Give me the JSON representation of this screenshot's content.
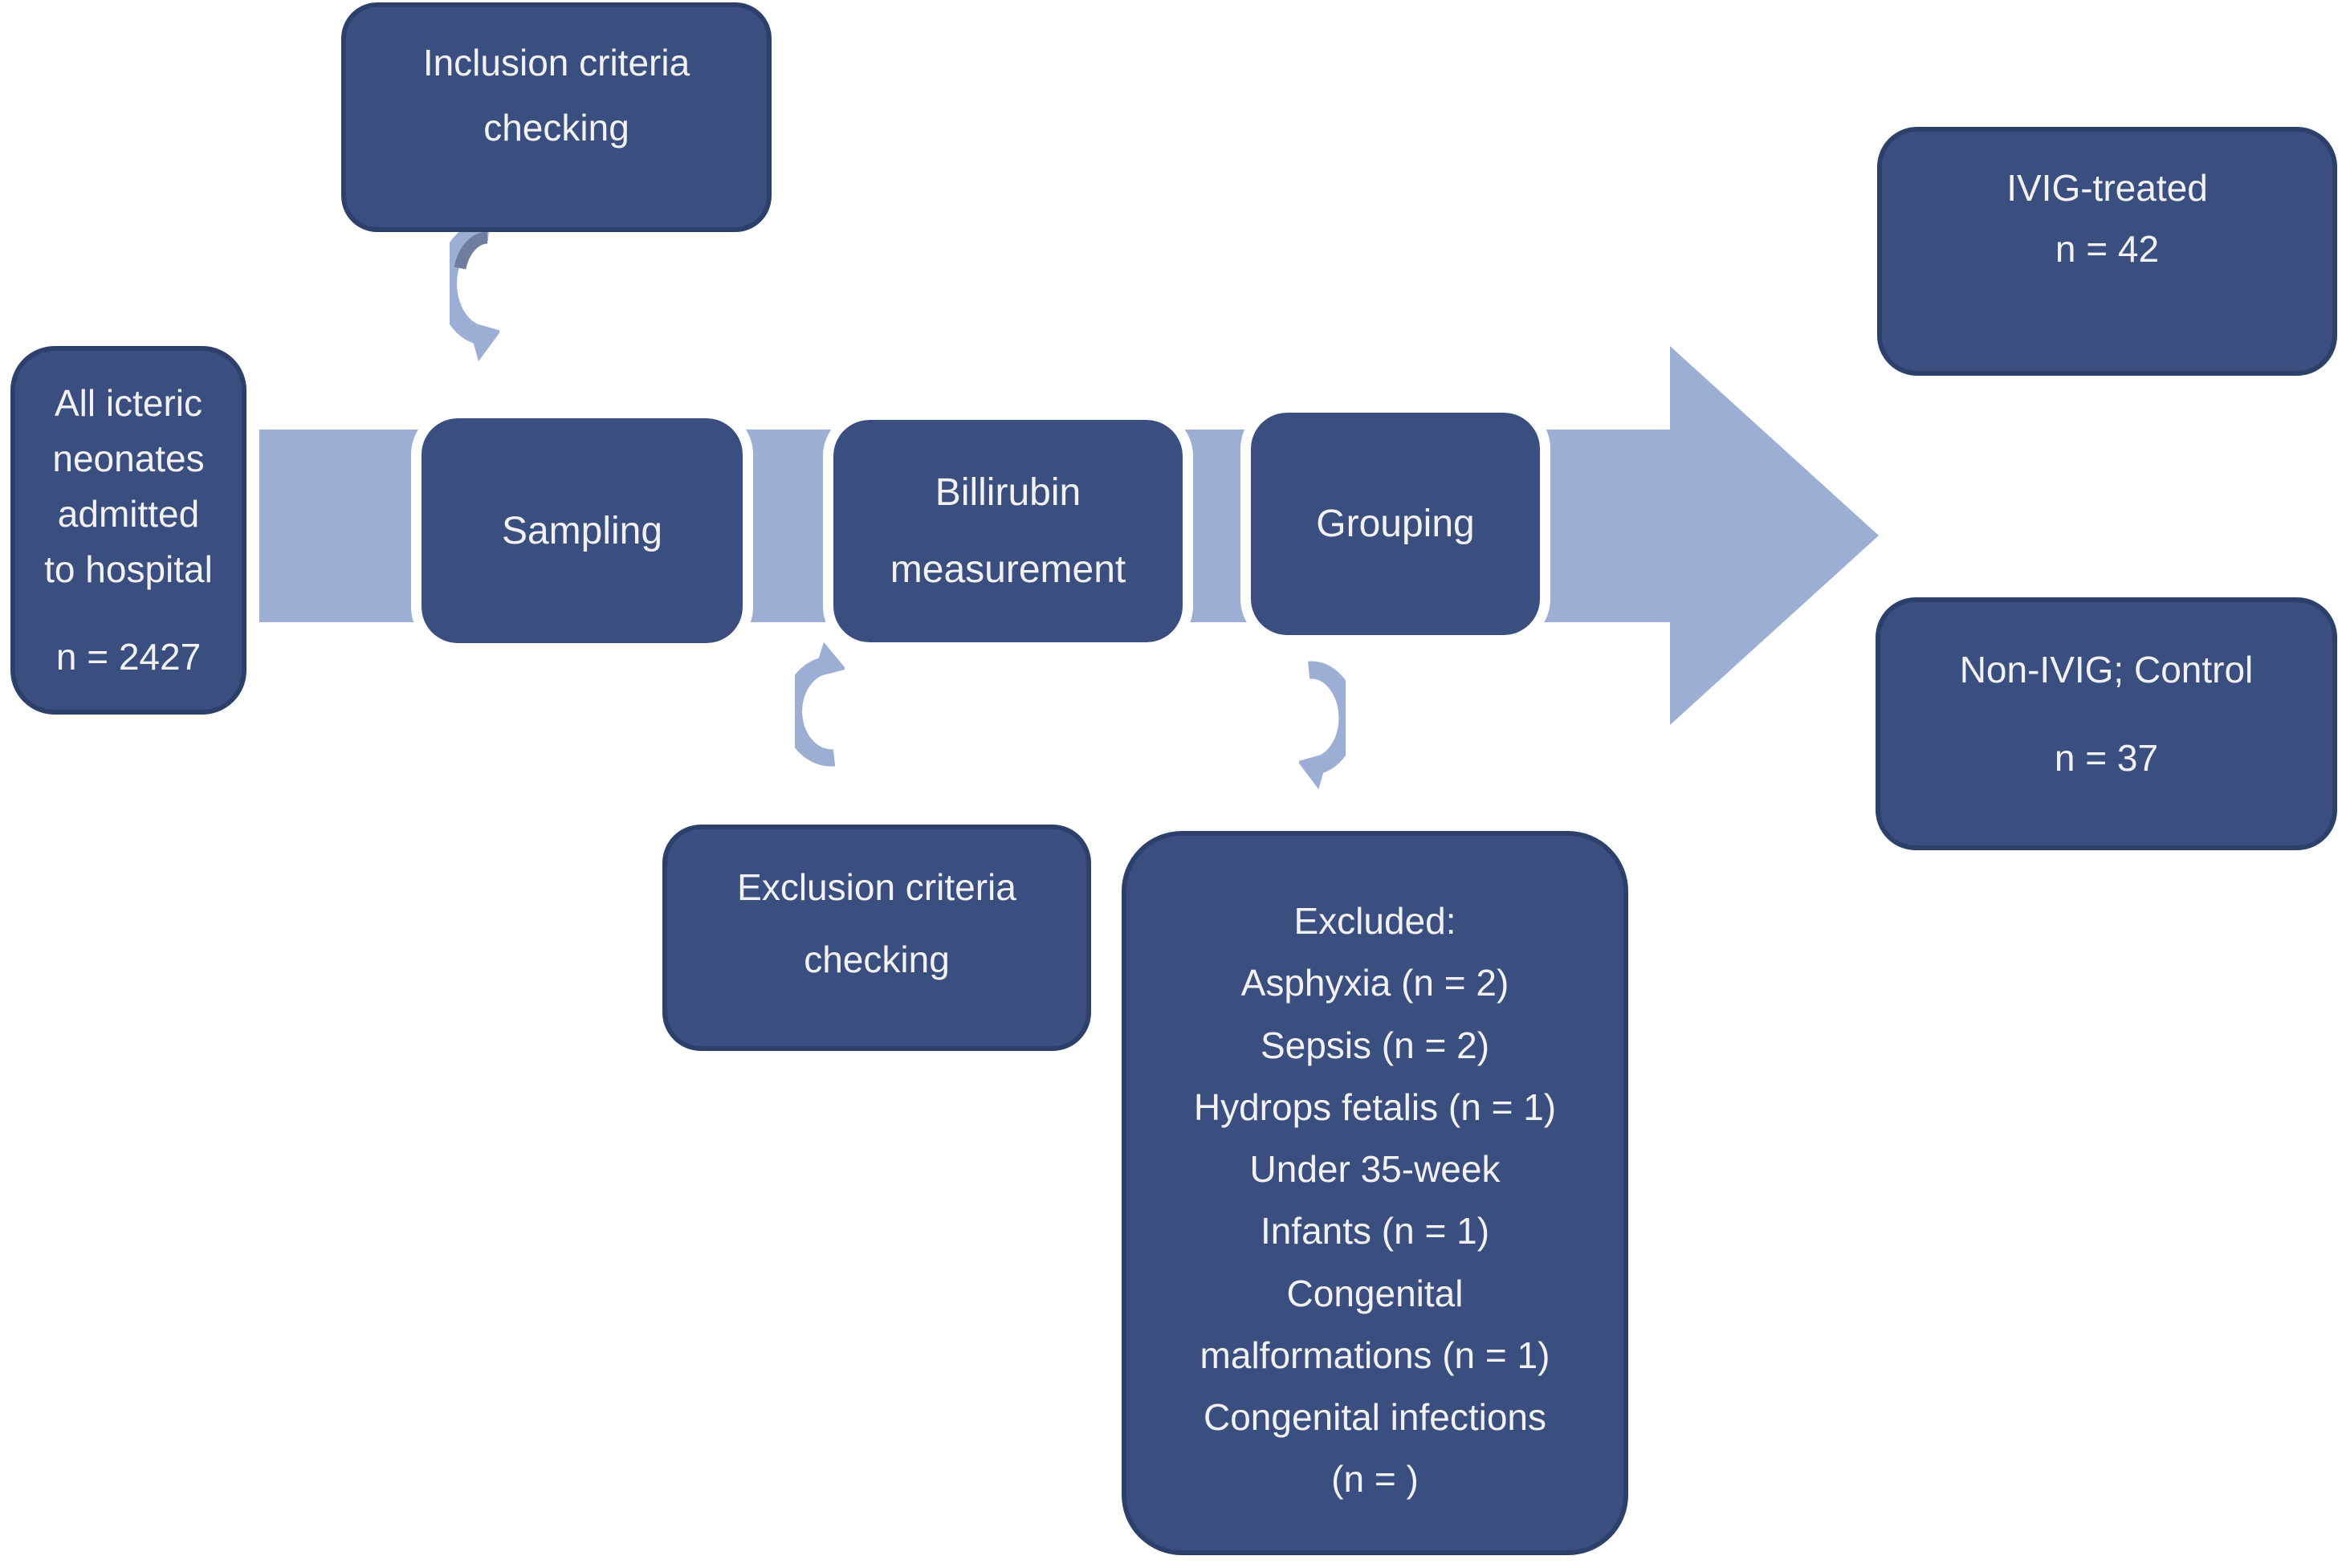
{
  "diagram_title": "Neonatal IVIG study enrollment flowchart",
  "nodes": {
    "population": {
      "lines": [
        "All icteric",
        "neonates",
        "admitted",
        "to hospital"
      ],
      "count": "n = 2427"
    },
    "inclusion": {
      "line1": "Inclusion criteria",
      "line2": "checking"
    },
    "sampling": {
      "label": "Sampling"
    },
    "bilirubin": {
      "line1": "Billirubin",
      "line2": "measurement"
    },
    "grouping": {
      "label": "Grouping"
    },
    "ivig": {
      "line1": "IVIG-treated",
      "count": "n = 42"
    },
    "control": {
      "line1": "Non-IVIG; Control",
      "count": "n = 37"
    },
    "exclusion": {
      "line1": "Exclusion criteria",
      "line2": "checking"
    },
    "excluded": {
      "title": "Excluded:",
      "items": [
        "Asphyxia (n = 2)",
        "Sepsis (n = 2)",
        "Hydrops fetalis (n = 1)",
        "Under 35-week",
        "Infants (n = 1)",
        "Congenital",
        "malformations (n = 1)",
        "Congenital infections",
        "(n = )"
      ]
    }
  },
  "icons": {
    "flow_arrow": "right-block-arrow",
    "connector_top": "curved-down-arrow",
    "connector_bilirubin": "curved-up-arrow",
    "connector_grouping": "curved-down-arrow"
  },
  "colors": {
    "node_fill": "#3B4E80",
    "node_border": "#2D406B",
    "flow_light": "#9DAED5",
    "accent_dark": "#6F7E9E",
    "text": "#F2F2F2",
    "background": "#FFFFFF"
  }
}
